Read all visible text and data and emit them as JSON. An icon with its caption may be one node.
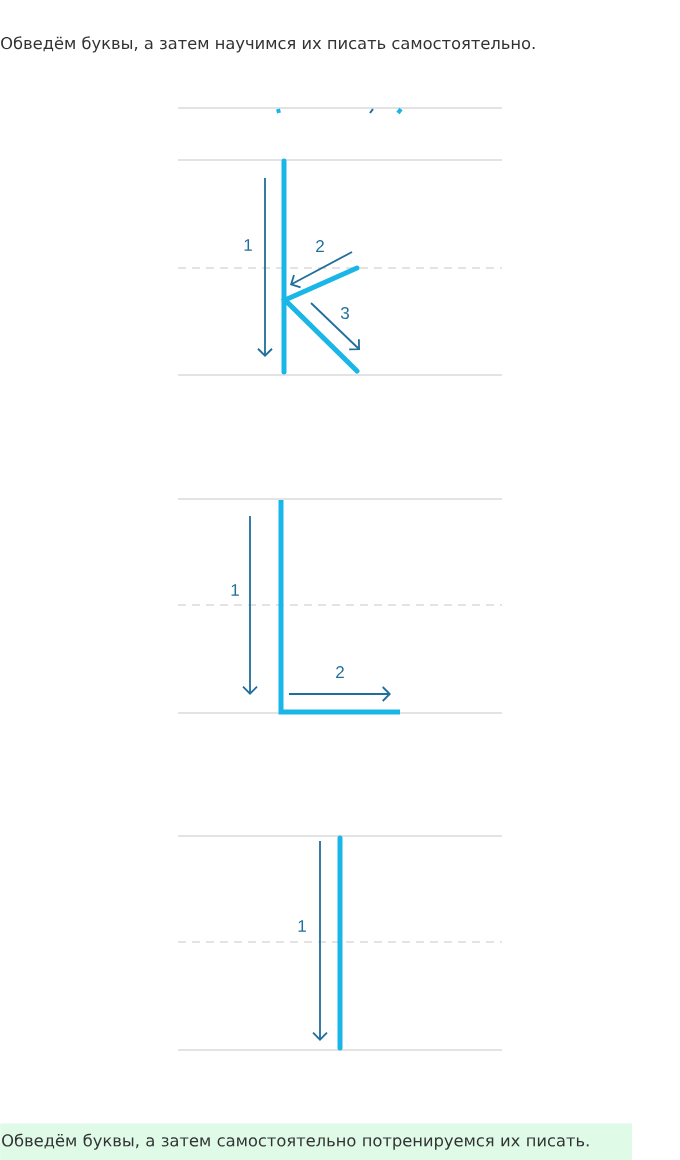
{
  "diagram": {
    "nodes": [
      {
        "text": [
          "Обведём буквы, а затем самостоятельно потренируемся их писать."
        ]
      }
    ],
    "labels": [
      "Обведём буквы, а затем научимся их писать самостоятельно.",
      "1",
      "2",
      "3",
      "1",
      "2",
      "1"
    ]
  }
}
